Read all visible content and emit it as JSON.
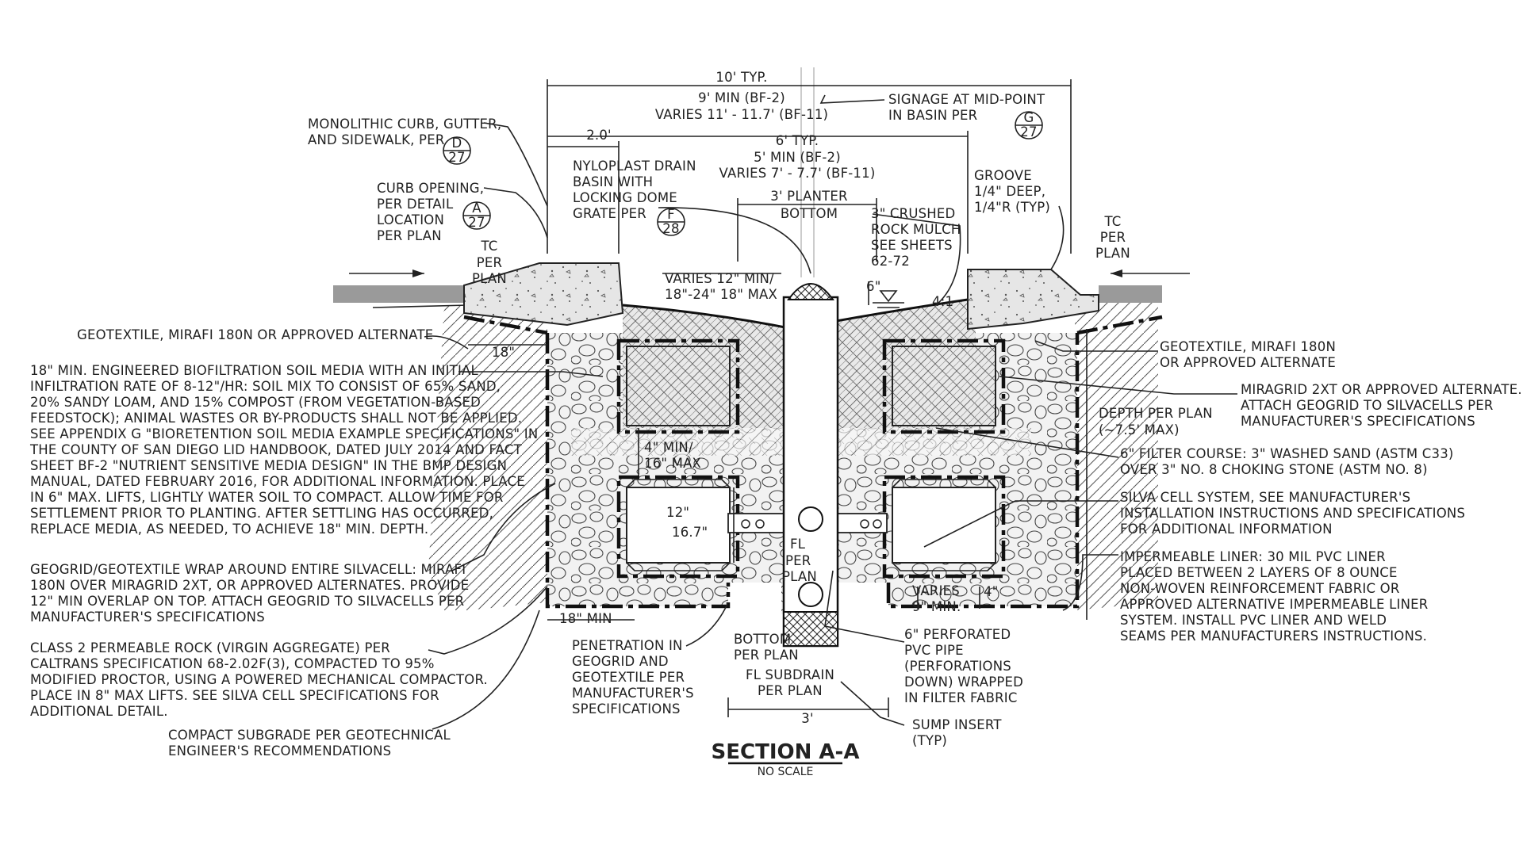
{
  "title": "SECTION A-A",
  "subtitle": "NO SCALE",
  "dims": {
    "typ10": "10' TYP.",
    "min9": "9' MIN (BF-2)",
    "varies11": "VARIES 11' - 11.7' (BF-11)",
    "two": "2.0'",
    "typ6": "6' TYP.",
    "min5": "5' MIN (BF-2)",
    "varies7": "VARIES 7' - 7.7' (BF-11)",
    "planter1": "3' PLANTER",
    "planter2": "BOTTOM",
    "v12a": "VARIES 12\" MIN/",
    "v12b": "18\"-24\"  18\" MAX",
    "six": "6\"",
    "slope": "4:1",
    "eighteen": "18\"",
    "fourmin1": "4\" MIN/",
    "fourmin2": "16\" MAX",
    "twelve": "12\"",
    "sixteen7": "16.7\"",
    "fl1": "FL",
    "fl2": "PER",
    "fl3": "PLAN",
    "depth1": "DEPTH PER PLAN",
    "depth2": "(~7.5' MAX)",
    "varies9a": "VARIES",
    "varies9b": "9\" MIN.",
    "four": "4\"",
    "eighteenmin": "18\" MIN",
    "bottom1": "BOTTOM",
    "bottom2": "PER PLAN",
    "flsub1": "FL SUBDRAIN",
    "flsub2": "PER PLAN",
    "three": "3'",
    "tcl1": "TC",
    "tcl2": "PER",
    "tcl3": "PLAN",
    "tcr1": "TC",
    "tcr2": "PER",
    "tcr3": "PLAN"
  },
  "callouts": {
    "curb": [
      "MONOLITHIC CURB, GUTTER,",
      "AND SIDEWALK, PER"
    ],
    "curbRef": {
      "letter": "D",
      "sheet": "27"
    },
    "opening": [
      "CURB OPENING,",
      "PER DETAIL",
      "LOCATION",
      "PER PLAN"
    ],
    "openingRef": {
      "letter": "A",
      "sheet": "27"
    },
    "nyloplast": [
      "NYLOPLAST DRAIN",
      "BASIN WITH",
      "LOCKING DOME",
      "GRATE PER"
    ],
    "nyloRef": {
      "letter": "F",
      "sheet": "28"
    },
    "signage": [
      "SIGNAGE AT MID-POINT",
      "IN BASIN PER"
    ],
    "signRef": {
      "letter": "G",
      "sheet": "27"
    },
    "mulch": [
      "3\" CRUSHED",
      "ROCK MULCH",
      "SEE SHEETS",
      "62-72"
    ],
    "groove": [
      "GROOVE",
      "1/4\" DEEP,",
      "1/4\"R (TYP)"
    ],
    "geotextileL": "GEOTEXTILE, MIRAFI 180N OR APPROVED ALTERNATE",
    "geotextileR": [
      "GEOTEXTILE, MIRAFI 180N",
      "OR APPROVED ALTERNATE"
    ],
    "media": [
      "18\" MIN. ENGINEERED BIOFILTRATION SOIL MEDIA WITH AN INITIAL",
      "INFILTRATION RATE OF 8-12\"/HR: SOIL MIX TO CONSIST OF 65% SAND,",
      "20% SANDY LOAM, AND 15% COMPOST (FROM VEGETATION-BASED",
      "FEEDSTOCK); ANIMAL WASTES OR BY-PRODUCTS SHALL NOT BE APPLIED.",
      "SEE APPENDIX G \"BIORETENTION SOIL MEDIA EXAMPLE SPECIFICATIONS\" IN",
      "THE COUNTY OF SAN DIEGO LID HANDBOOK, DATED JULY 2014 AND FACT",
      "SHEET BF-2 \"NUTRIENT SENSITIVE MEDIA DESIGN\" IN THE BMP DESIGN",
      "MANUAL, DATED FEBRUARY 2016, FOR ADDITIONAL INFORMATION.  PLACE",
      "IN 6\" MAX. LIFTS, LIGHTLY WATER SOIL TO COMPACT. ALLOW TIME FOR",
      "SETTLEMENT PRIOR TO PLANTING.  AFTER SETTLING HAS OCCURRED,",
      "REPLACE MEDIA, AS NEEDED, TO ACHIEVE 18\" MIN. DEPTH."
    ],
    "geogrid": [
      "GEOGRID/GEOTEXTILE WRAP AROUND ENTIRE SILVACELL: MIRAFI",
      "180N OVER MIRAGRID 2XT, OR APPROVED ALTERNATES. PROVIDE",
      "12\" MIN OVERLAP ON TOP. ATTACH GEOGRID TO SILVACELLS PER",
      "MANUFACTURER'S SPECIFICATIONS"
    ],
    "rock": [
      "CLASS 2 PERMEABLE ROCK (VIRGIN AGGREGATE) PER",
      "CALTRANS SPECIFICATION 68-2.02F(3), COMPACTED TO 95%",
      "MODIFIED PROCTOR, USING A POWERED MECHANICAL COMPACTOR.",
      "PLACE IN 8\" MAX LIFTS. SEE SILVA CELL SPECIFICATIONS FOR",
      "ADDITIONAL DETAIL."
    ],
    "subgrade": [
      "COMPACT SUBGRADE PER GEOTECHNICAL",
      "ENGINEER'S RECOMMENDATIONS"
    ],
    "miragrid": [
      "MIRAGRID 2XT OR APPROVED ALTERNATE.",
      "ATTACH GEOGRID TO SILVACELLS PER",
      "MANUFACTURER'S SPECIFICATIONS"
    ],
    "filter": [
      "6\" FILTER COURSE: 3\" WASHED SAND (ASTM C33)",
      "OVER 3\" NO. 8 CHOKING STONE (ASTM NO. 8)"
    ],
    "silva": [
      "SILVA CELL SYSTEM, SEE MANUFACTURER'S",
      "INSTALLATION INSTRUCTIONS AND SPECIFICATIONS",
      "FOR ADDITIONAL INFORMATION"
    ],
    "liner": [
      "IMPERMEABLE LINER: 30 MIL PVC LINER",
      "PLACED BETWEEN 2 LAYERS OF 8 OUNCE",
      "NON-WOVEN REINFORCEMENT FABRIC OR",
      "APPROVED ALTERNATIVE IMPERMEABLE LINER",
      "SYSTEM. INSTALL PVC LINER AND WELD",
      "SEAMS PER MANUFACTURERS INSTRUCTIONS."
    ],
    "penetration": [
      "PENETRATION IN",
      "GEOGRID AND",
      "GEOTEXTILE PER",
      "MANUFACTURER'S",
      "SPECIFICATIONS"
    ],
    "pipe": [
      "6\" PERFORATED",
      "PVC PIPE",
      "(PERFORATIONS",
      "DOWN) WRAPPED",
      "IN FILTER FABRIC"
    ],
    "sump": [
      "SUMP INSERT",
      "(TYP)"
    ]
  }
}
